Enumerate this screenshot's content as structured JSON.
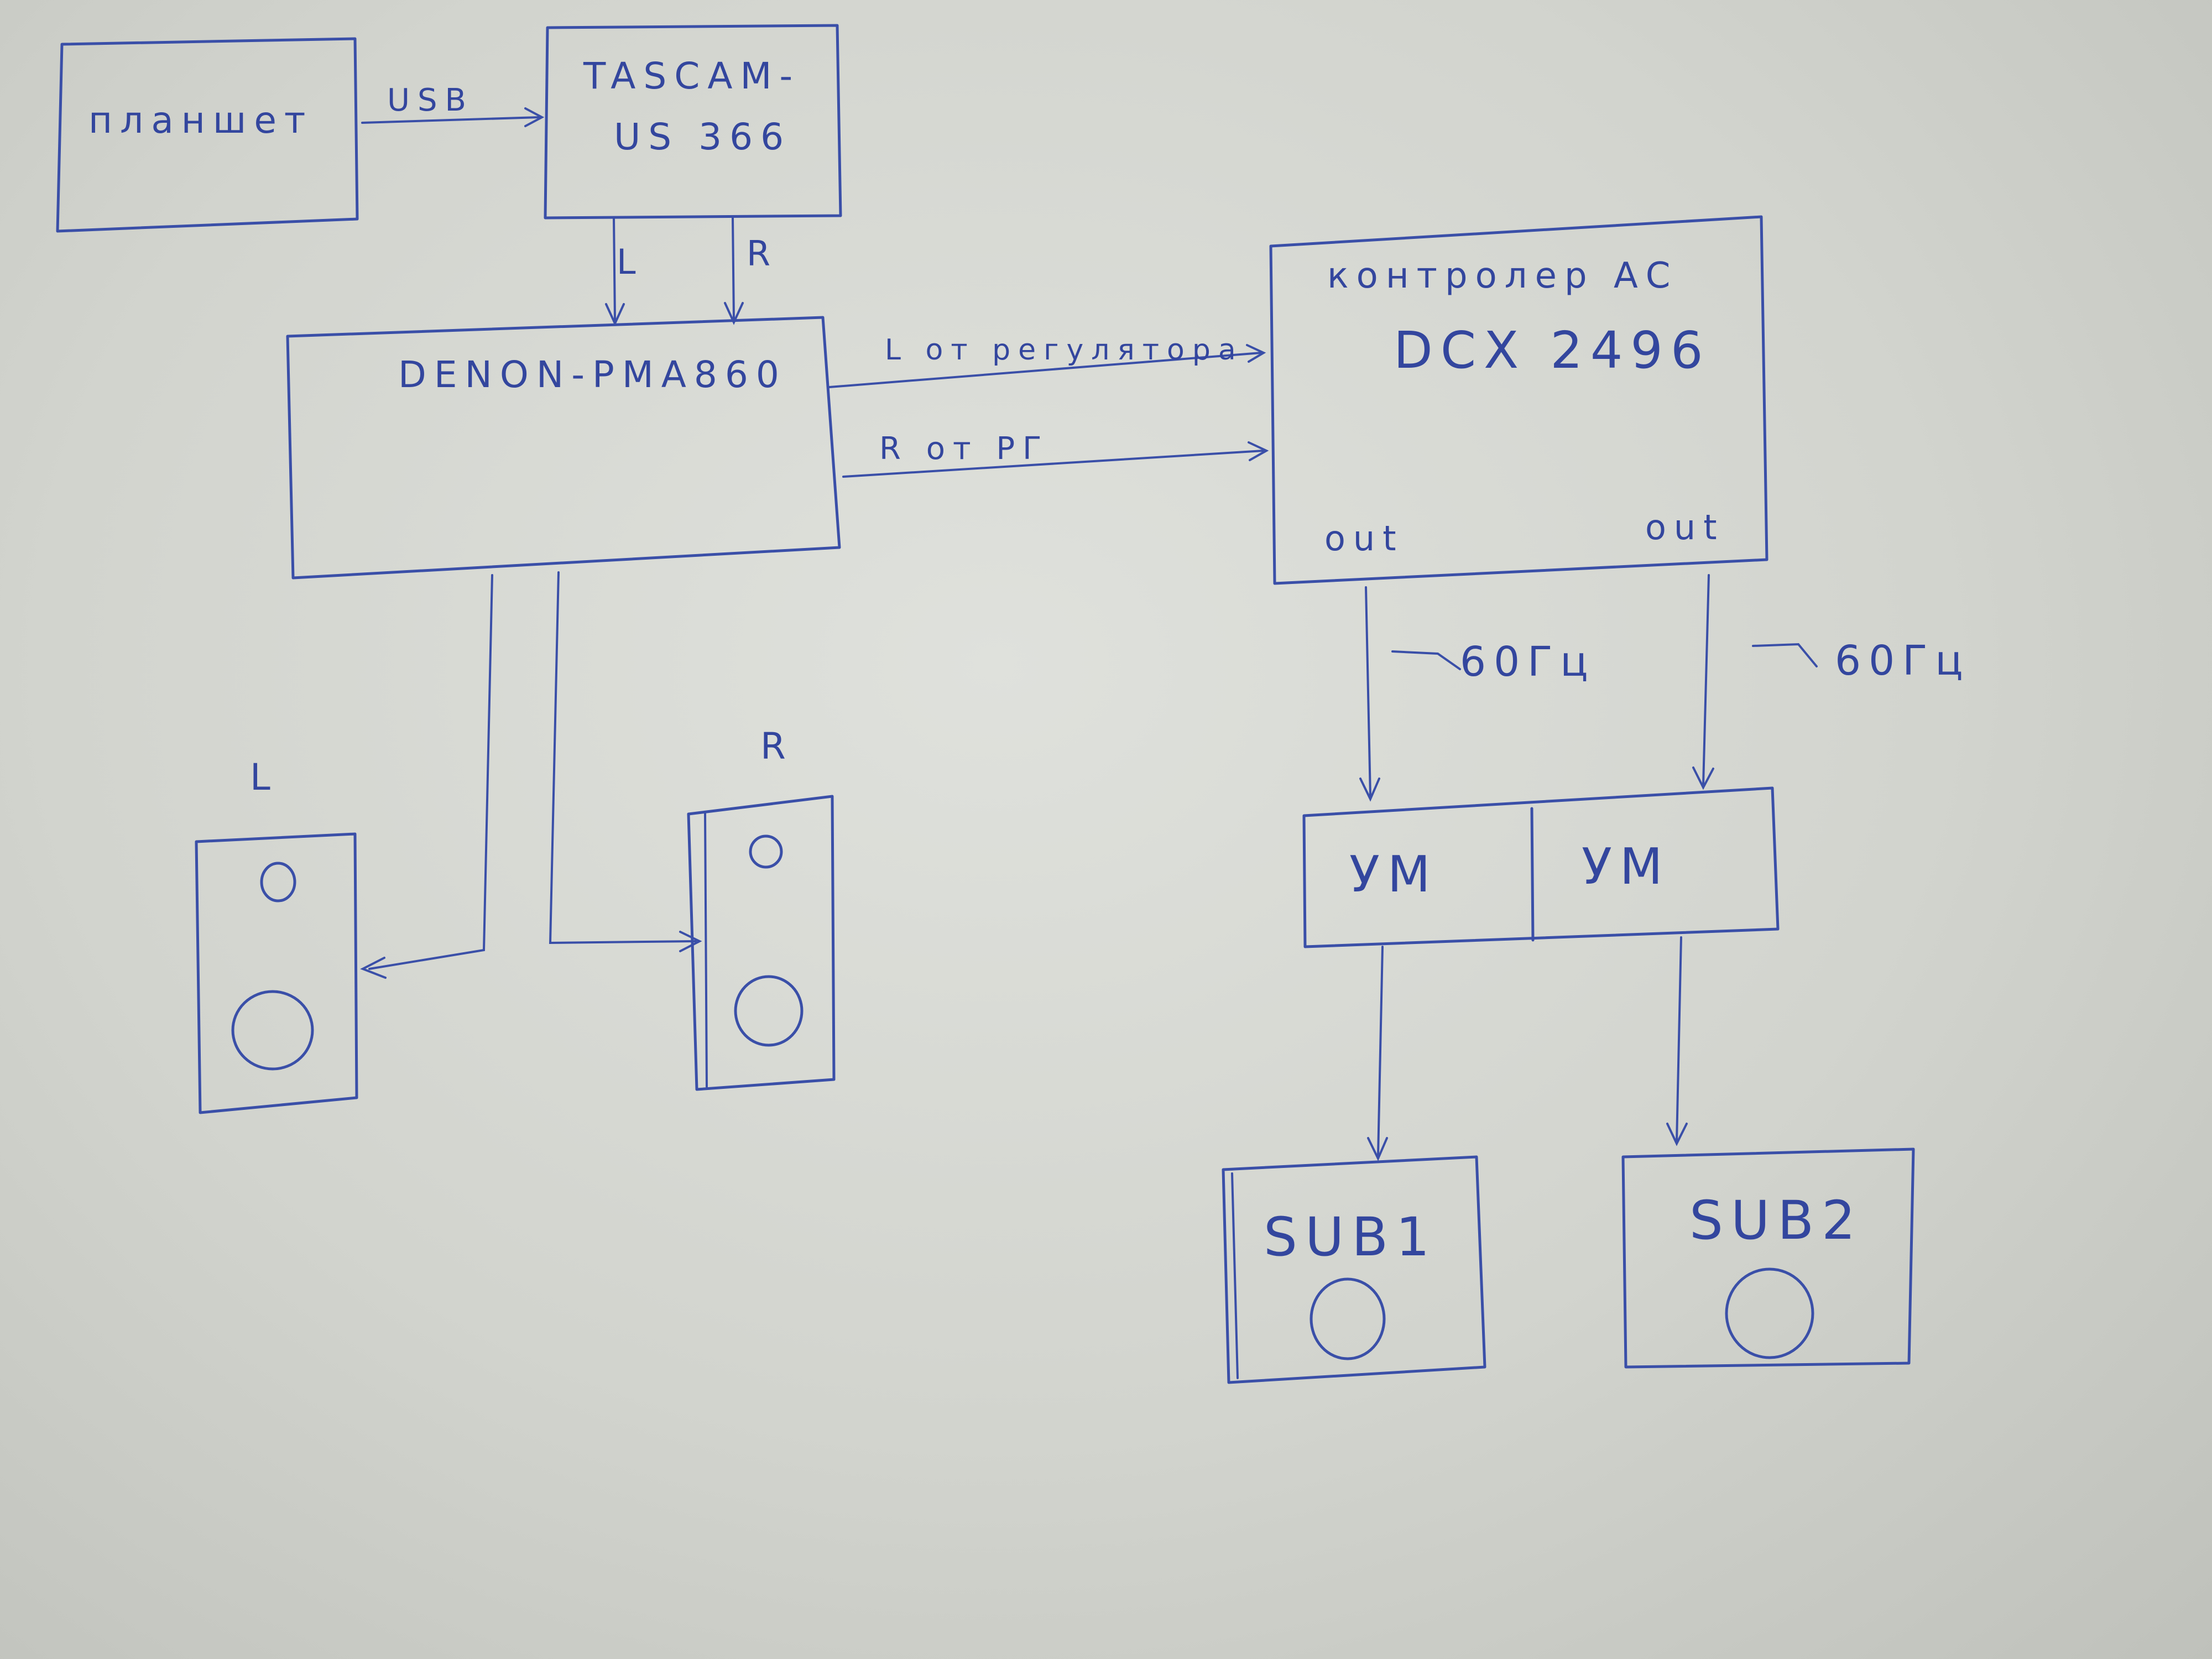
{
  "blocks": {
    "tablet": "планшет",
    "tascam_line1": "TASCAM-",
    "tascam_line2": "US 366",
    "denon": "DENON-PMA860",
    "controller_line1": "контролер АС",
    "controller_line2": "DCX 2496",
    "out_left": "out",
    "out_right": "out",
    "amp1": "УМ",
    "amp2": "УМ",
    "sub1": "SUB1",
    "sub2": "SUB2",
    "speaker_left": "L",
    "speaker_right": "R"
  },
  "links": {
    "usb": "USB",
    "tascam_l": "L",
    "tascam_r": "R",
    "l_from_regulator": "L  от регулятора",
    "r_from_rg": "R  от РГ",
    "filter_left": "60Гц",
    "filter_right": "60Гц"
  }
}
